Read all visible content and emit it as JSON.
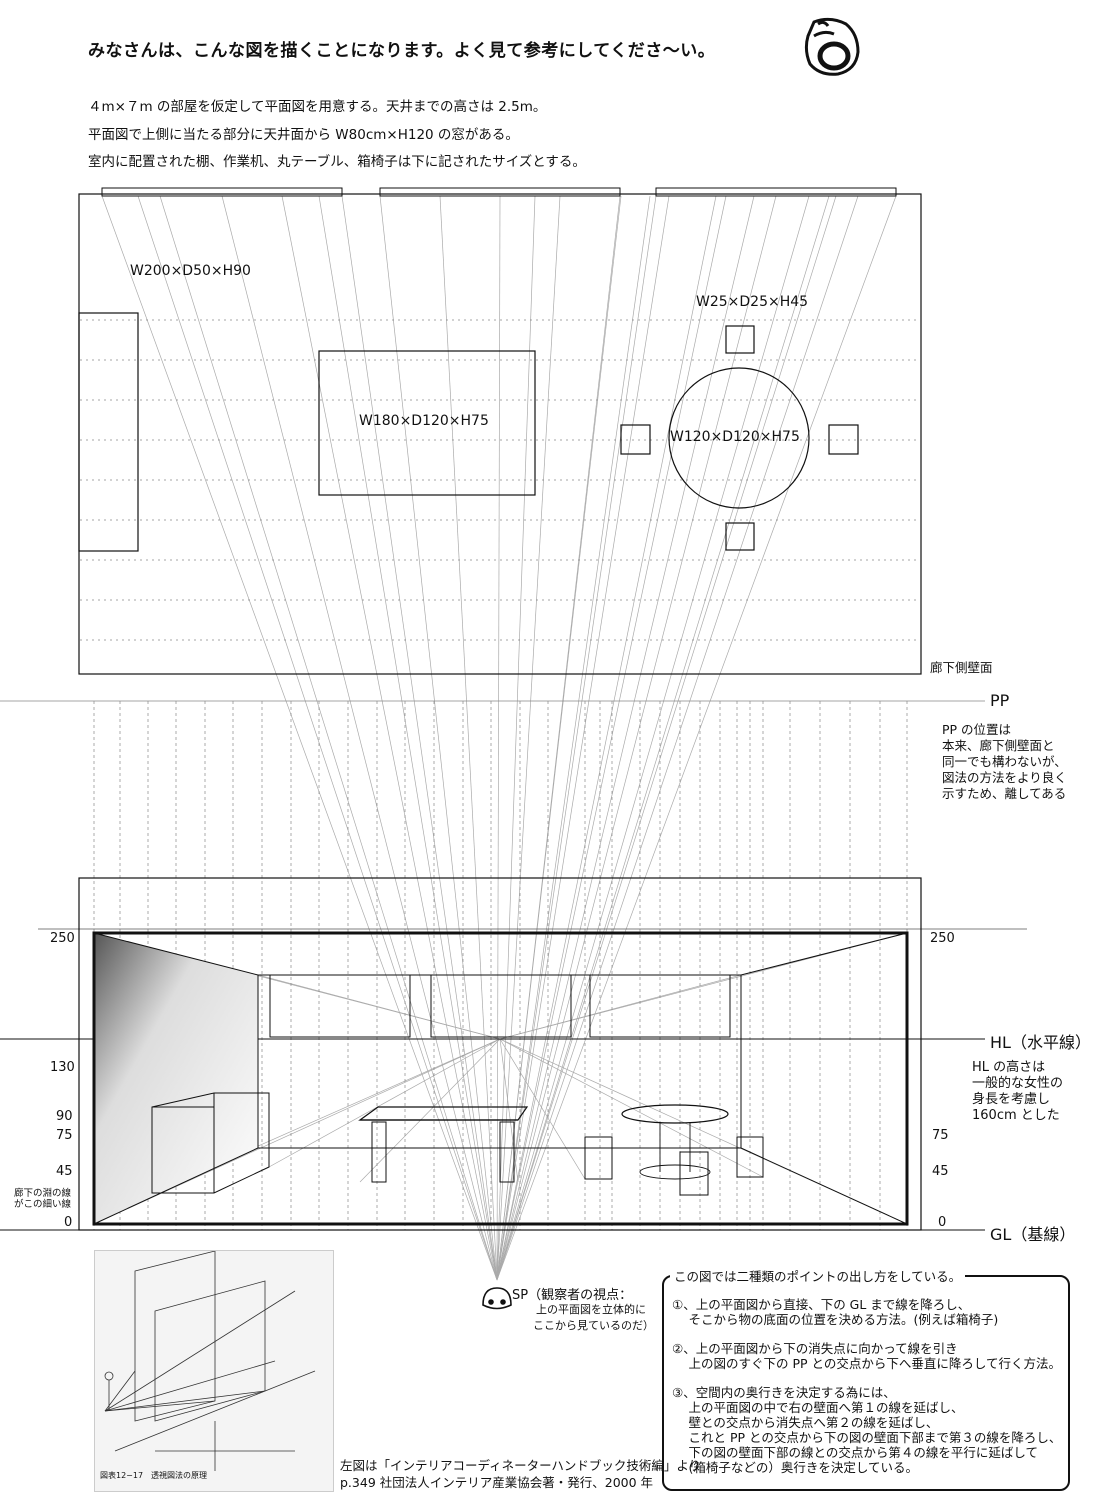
{
  "title": "みなさんは、こんな図を描くことになります。よく見て参考にしてくださ〜い。",
  "intro": [
    "４m×７m の部屋を仮定して平面図を用意する。天井までの高さは 2.5m。",
    "平面図で上側に当たる部分に天井面から W80cm×H120 の窓がある。",
    "室内に配置された棚、作業机、丸テーブル、箱椅子は下に記されたサイズとする。"
  ],
  "plan": {
    "shelf_size": "W200×D50×H90",
    "stool_size": "W25×D25×H45",
    "desk_size": "W180×D120×H75",
    "table_size": "W120×D120×H75",
    "corridor_wall": "廊下側壁面"
  },
  "pp": {
    "label": "PP",
    "note": [
      "PP の位置は",
      "本来、廊下側壁面と",
      "同一でも構わないが、",
      "図法の方法をより良く",
      "示すため、離してある"
    ]
  },
  "elevation": {
    "left_ticks": [
      "250",
      "130",
      "90",
      "75",
      "45",
      "0"
    ],
    "right_ticks": [
      "250",
      "75",
      "45",
      "0"
    ],
    "hl_label": "HL（水平線）",
    "hl_note": [
      "HL の高さは",
      "一般的な女性の",
      "身長を考慮し",
      "160cm とした"
    ],
    "gl_label": "GL（基線）",
    "corridor_note": [
      "廊下の淵の線",
      "がこの細い線"
    ]
  },
  "sp": {
    "label": "SP（観察者の視点：",
    "sub": [
      "上の平面図を立体的に",
      "ここから見ているのだ）"
    ]
  },
  "points_box": {
    "title": "この図では二種類のポイントの出し方をしている。",
    "lines": [
      "①、上の平面図から直接、下の GL まで線を降ろし、",
      "　  そこから物の底面の位置を決める方法。(例えば箱椅子)",
      "",
      "②、上の平面図から下の消失点に向かって線を引き",
      "　  上の図のすぐ下の PP との交点から下へ垂直に降ろして行く方法。",
      "",
      "③、空間内の奥行きを決定する為には、",
      "　  上の平面図の中で右の壁面へ第１の線を延ばし、",
      "　  壁との交点から消失点へ第２の線を延ばし、",
      "　  これと PP との交点から下の図の壁面下部まで第３の線を降ろし、",
      "　  下の図の壁面下部の線との交点から第４の線を平行に延ばして",
      "　  (箱椅子などの）奥行きを決定している。"
    ]
  },
  "source": [
    "左図は「インテリアコーディネーターハンドブック技術編」より",
    "p.349 社団法人インテリア産業協会著・発行、2000 年"
  ],
  "ref_caption": "図表12−17　透視図法の原理"
}
